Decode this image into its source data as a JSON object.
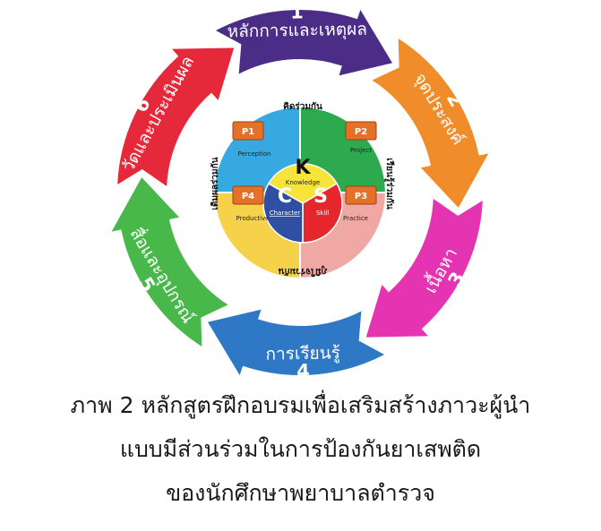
{
  "cycle": {
    "segments": [
      {
        "number": "1",
        "label": "หลักการและเหตุผล",
        "color": "#4B2D88"
      },
      {
        "number": "2",
        "label": "จุดประสงค์",
        "color": "#F08C2A"
      },
      {
        "number": "3",
        "label": "เนื้อหา",
        "color": "#E534B2"
      },
      {
        "number": "4",
        "label": "การเรียนรู้",
        "color": "#2E78C6"
      },
      {
        "number": "5",
        "label": "สื่อและอุปกรณ์",
        "color": "#49B84A"
      },
      {
        "number": "6",
        "label": "วัดและประเมินผล",
        "color": "#E5283A"
      }
    ]
  },
  "center": {
    "top_label": "คิดร่วมกัน",
    "right_label": "เรียนรู้ร่วมกัน",
    "left_label": "เติมผลร่วมกัน",
    "bottom_label": "ภูมิใจร่วมกัน",
    "quadrant_colors": [
      "#37A9E1",
      "#2EAA4E",
      "#F0A8A4",
      "#F6D24A"
    ],
    "boxes": [
      {
        "code": "P1",
        "caption": "Perception"
      },
      {
        "code": "P2",
        "caption": "Project"
      },
      {
        "code": "P3",
        "caption": "Practice"
      },
      {
        "code": "P4",
        "caption": "Productive"
      }
    ],
    "ksc": [
      {
        "letter": "K",
        "word": "Knowledge",
        "color": "#F7E43A"
      },
      {
        "letter": "S",
        "word": "Skill",
        "color": "#E6262D"
      },
      {
        "letter": "C",
        "word": "Character",
        "color": "#2E4FA2"
      }
    ]
  },
  "caption_lines": [
    "ภาพ 2 หลักสูตรฝึกอบรมเพื่อเสริมสร้างภาวะผู้นำ",
    "แบบมีส่วนร่วมในการป้องกันยาเสพติด",
    "ของนักศึกษาพยาบาลตำรวจ"
  ]
}
